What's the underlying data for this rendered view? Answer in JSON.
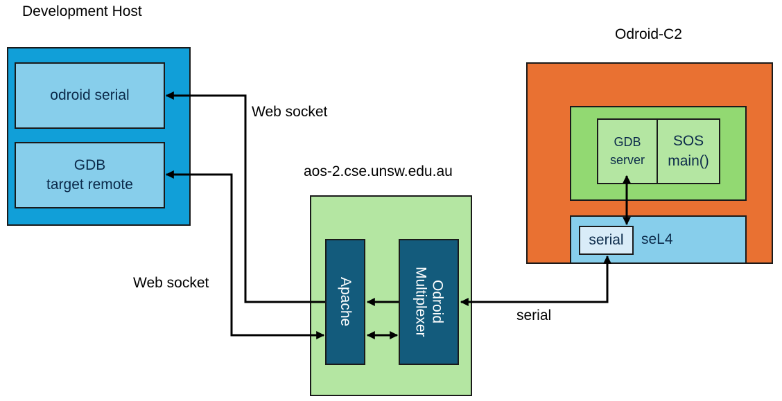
{
  "dev_host": {
    "title": "Development Host",
    "odroid_serial": "odroid serial",
    "gdb_line1": "GDB",
    "gdb_line2": "target remote"
  },
  "server": {
    "title": "aos-2.cse.unsw.edu.au",
    "apache": "Apache",
    "mux_line1": "Odroid",
    "mux_line2": "Multiplexer"
  },
  "odroid": {
    "title": "Odroid-C2",
    "gdb_server_line1": "GDB",
    "gdb_server_line2": "server",
    "sos_line1": "SOS",
    "sos_line2": "main()",
    "serial": "serial",
    "sel4": "seL4"
  },
  "links": {
    "websocket_top": "Web socket",
    "websocket_bottom": "Web socket",
    "serial": "serial"
  },
  "colors": {
    "dev_host_bg": "#119fd8",
    "light_blue": "#87ceeb",
    "light_green": "#b4e6a2",
    "mid_green": "#92d972",
    "dark_blue": "#135b7c",
    "orange": "#e97132",
    "pale_blue": "#d9ecf8"
  }
}
